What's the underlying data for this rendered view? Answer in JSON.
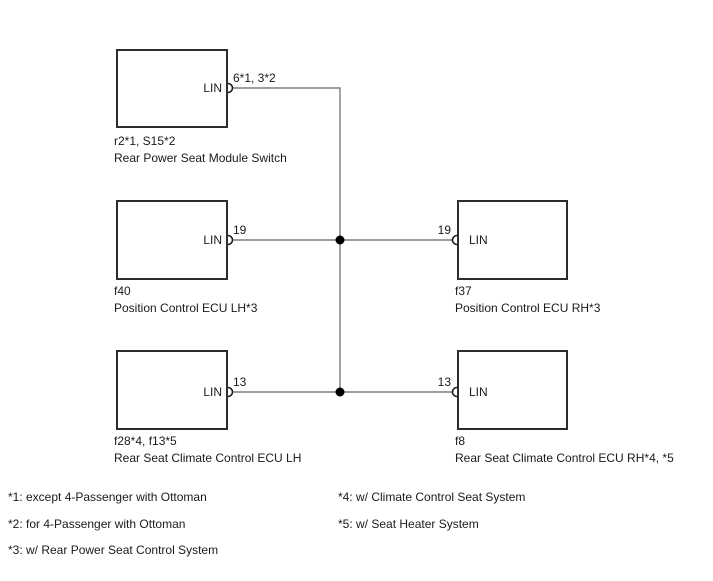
{
  "colors": {
    "background": "#ffffff",
    "wire": "#7d7d7d",
    "box_border": "#2d2d2d",
    "junction": "#000000",
    "pin_stroke": "#1c1c1c",
    "text": "#1a1a1a"
  },
  "nodes": [
    {
      "pin_label": "LIN",
      "pin_number": "6*1, 3*2",
      "connector_code": "r2*1, S15*2",
      "component_name": "Rear Power Seat Module Switch"
    },
    {
      "pin_label": "LIN",
      "pin_number": "19",
      "connector_code": "f40",
      "component_name": "Position Control ECU LH*3"
    },
    {
      "pin_label": "LIN",
      "pin_number": "19",
      "connector_code": "f37",
      "component_name": "Position Control ECU RH*3"
    },
    {
      "pin_label": "LIN",
      "pin_number": "13",
      "connector_code": "f28*4, f13*5",
      "component_name": "Rear Seat Climate Control ECU LH"
    },
    {
      "pin_label": "LIN",
      "pin_number": "13",
      "connector_code": "f8",
      "component_name": "Rear Seat Climate Control ECU RH*4, *5"
    }
  ],
  "footnotes": [
    "*1: except 4-Passenger with Ottoman",
    "*2: for 4-Passenger with Ottoman",
    "*3: w/ Rear Power Seat Control System",
    "*4: w/ Climate Control Seat System",
    "*5: w/ Seat Heater System"
  ]
}
